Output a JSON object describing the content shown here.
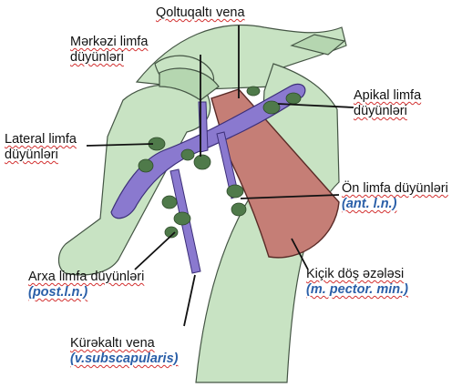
{
  "colors": {
    "bone": "#c8e3c3",
    "bone_dark": "#b5d6b0",
    "bone_outline": "#445544",
    "vein": "#8a79cf",
    "vein_outline": "#3c2f78",
    "lymph_node": "#4f7a4a",
    "muscle": "#c57e76",
    "muscle_outline": "#5a2b27",
    "latin_text": "#2a5fa8"
  },
  "labels": {
    "subclavian_vein": "Qoltuqaltı vena",
    "central_nodes_1": "Mərkəzi limfa",
    "central_nodes_2": "düyünləri",
    "apical_nodes_1": "Apikal limfa",
    "apical_nodes_2": "düyünləri",
    "lateral_nodes_1": "Lateral limfa",
    "lateral_nodes_2": "düyünləri",
    "anterior_nodes": "Ön limfa düyünləri",
    "anterior_nodes_latin": "(ant. l.n.)",
    "posterior_nodes": "Arxa limfa düyünləri",
    "posterior_nodes_latin": "(post.l.n.)",
    "pectoralis_minor": "Kiçik döş əzələsi",
    "pectoralis_minor_latin": "(m. pector. min.)",
    "subscapular_vein": "Kürəkaltı vena",
    "subscapular_vein_latin": "(v.subscapularis)"
  }
}
